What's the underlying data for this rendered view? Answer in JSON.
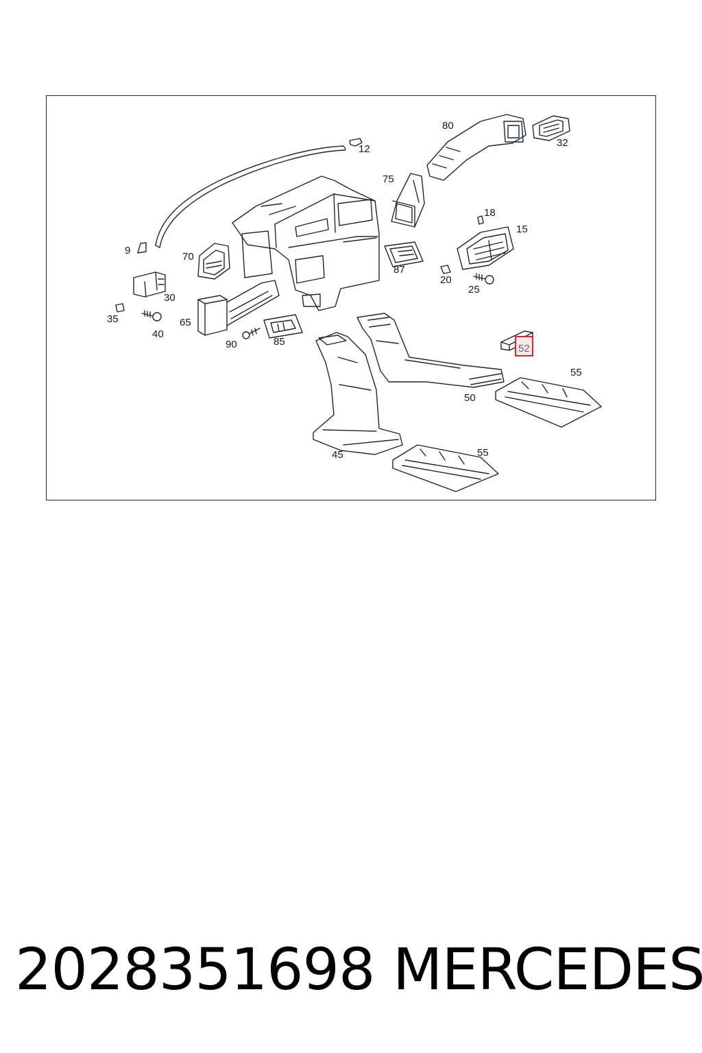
{
  "diagram": {
    "callouts": [
      {
        "id": "80",
        "label": "80"
      },
      {
        "id": "32",
        "label": "32"
      },
      {
        "id": "12",
        "label": "12"
      },
      {
        "id": "75",
        "label": "75"
      },
      {
        "id": "18",
        "label": "18"
      },
      {
        "id": "15",
        "label": "15"
      },
      {
        "id": "9",
        "label": "9"
      },
      {
        "id": "70",
        "label": "70"
      },
      {
        "id": "87",
        "label": "87"
      },
      {
        "id": "20",
        "label": "20"
      },
      {
        "id": "25",
        "label": "25"
      },
      {
        "id": "30",
        "label": "30"
      },
      {
        "id": "35",
        "label": "35"
      },
      {
        "id": "65",
        "label": "65"
      },
      {
        "id": "40",
        "label": "40"
      },
      {
        "id": "90",
        "label": "90"
      },
      {
        "id": "85",
        "label": "85"
      },
      {
        "id": "52",
        "label": "52",
        "highlighted": true
      },
      {
        "id": "55a",
        "label": "55"
      },
      {
        "id": "50",
        "label": "50"
      },
      {
        "id": "45",
        "label": "45"
      },
      {
        "id": "55b",
        "label": "55"
      }
    ],
    "highlight_color": "#d9242a",
    "line_color": "#1f2436"
  },
  "footer": {
    "part_number": "2028351698",
    "brand": "MERCEDES"
  }
}
